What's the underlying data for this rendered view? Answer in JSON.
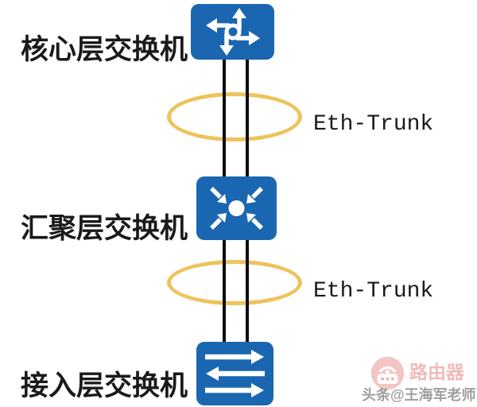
{
  "diagram": {
    "type": "network-topology",
    "nodes": [
      {
        "role": "core",
        "label": "核心层交换机",
        "icon": "core-router-switch-icon"
      },
      {
        "role": "aggregation",
        "label": "汇聚层交换机",
        "icon": "aggregation-switch-icon"
      },
      {
        "role": "access",
        "label": "接入层交换机",
        "icon": "access-switch-icon"
      }
    ],
    "links": [
      {
        "label": "Eth-Trunk",
        "from": "核心层交换机",
        "to": "汇聚层交换机",
        "member_lines": 2
      },
      {
        "label": "Eth-Trunk",
        "from": "汇聚层交换机",
        "to": "接入层交换机",
        "member_lines": 2
      }
    ],
    "colors": {
      "switch_blue": "#1b66b0",
      "trunk_ring_gold": "#eec35b",
      "link_line_black": "#0d0d0d",
      "label_text": "#1a1a1a"
    }
  },
  "watermark": {
    "channel_name": "路由器",
    "credit": "头条@王海军老师",
    "badge_red": "#d9534f",
    "credit_gray": "#9e9e9e"
  }
}
